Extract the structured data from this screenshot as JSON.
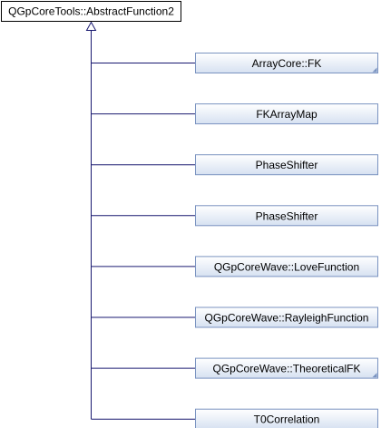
{
  "colors": {
    "edge": "#191970",
    "base_fill": "#ffffff",
    "base_border": "#000000",
    "child_fill_top": "#ffffff",
    "child_fill_bottom": "#d6e1f1",
    "child_border": "#7a93c0",
    "text": "#000000"
  },
  "base_class": {
    "label": "QGpCoreTools::AbstractFunction2"
  },
  "derived_classes": [
    {
      "label": "ArrayCore::FK",
      "has_more_marker": true
    },
    {
      "label": "FKArrayMap",
      "has_more_marker": false
    },
    {
      "label": "PhaseShifter",
      "has_more_marker": false
    },
    {
      "label": "PhaseShifter",
      "has_more_marker": false
    },
    {
      "label": "QGpCoreWave::LoveFunction",
      "has_more_marker": false
    },
    {
      "label": "QGpCoreWave::RayleighFunction",
      "has_more_marker": false
    },
    {
      "label": "QGpCoreWave::TheoreticalFK",
      "has_more_marker": true
    },
    {
      "label": "T0Correlation",
      "has_more_marker": false
    }
  ]
}
